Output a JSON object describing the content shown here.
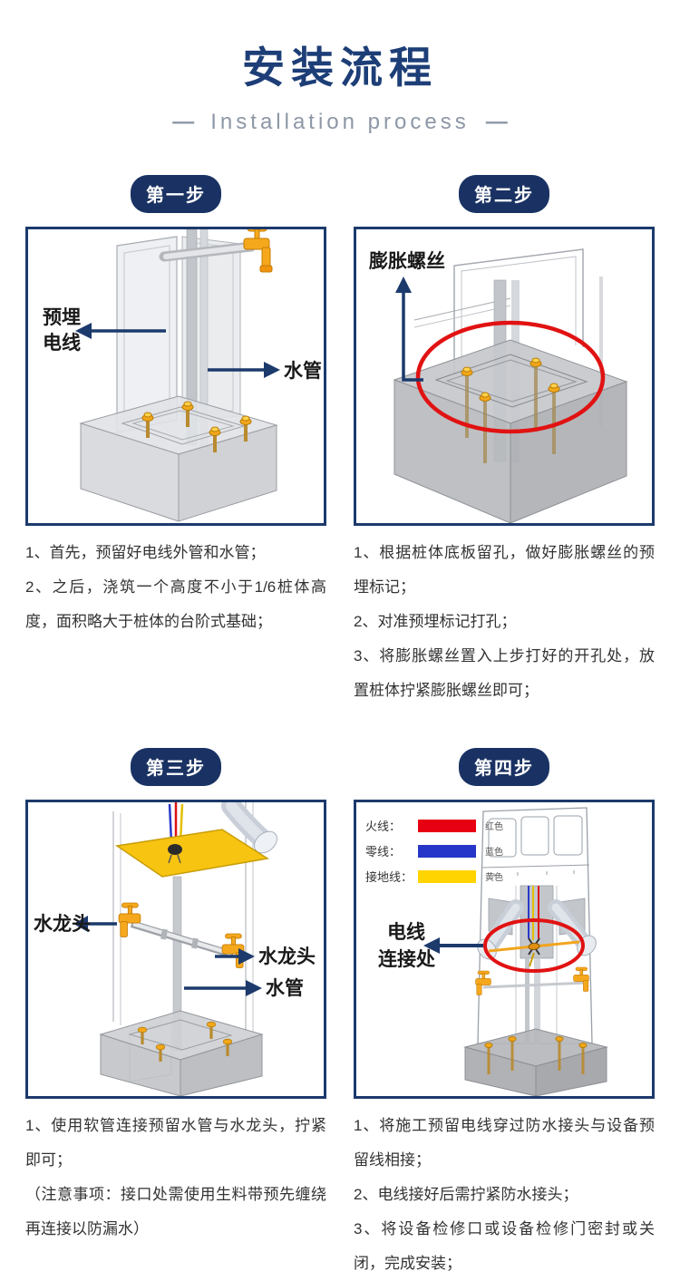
{
  "header": {
    "title": "安装流程",
    "subtitle": "Installation process",
    "dash": "—"
  },
  "colors": {
    "accent_navy": "#1c3a6c",
    "badge_navy": "#1a3263",
    "title_navy": "#1d3e77",
    "highlight_red": "#e11212",
    "faucet_orange": "#f6a81c",
    "plate_yellow": "#f7c411",
    "note_text": "#333333"
  },
  "steps": [
    {
      "badge": "第一步",
      "diagram_labels": {
        "wire_line1": "预埋",
        "wire_line2": "电线",
        "water_pipe": "水管"
      },
      "notes": [
        "1、首先，预留好电线外管和水管；",
        "2、之后，浇筑一个高度不小于1/6桩体高度，面积略大于桩体的台阶式基础；"
      ]
    },
    {
      "badge": "第二步",
      "diagram_labels": {
        "expansion_bolt": "膨胀螺丝"
      },
      "notes": [
        "1、根据桩体底板留孔，做好膨胀螺丝的预埋标记；",
        "2、对准预埋标记打孔；",
        "3、将膨胀螺丝置入上步打好的开孔处，放置桩体拧紧膨胀螺丝即可；"
      ]
    },
    {
      "badge": "第三步",
      "diagram_labels": {
        "faucet_left": "水龙头",
        "faucet_right": "水龙头",
        "water_pipe": "水管"
      },
      "notes": [
        "1、使用软管连接预留水管与水龙头，拧紧即可；",
        "（注意事项：接口处需使用生料带预先缠绕再连接以防漏水）"
      ]
    },
    {
      "badge": "第四步",
      "legend": [
        {
          "label": "火线：",
          "color": "#e60012",
          "color_name": "红色"
        },
        {
          "label": "零线：",
          "color": "#2636c8",
          "color_name": "蓝色"
        },
        {
          "label": "接地线：",
          "color": "#ffd400",
          "color_name": "黄色"
        }
      ],
      "diagram_labels": {
        "wire_joint_line1": "电线",
        "wire_joint_line2": "连接处"
      },
      "notes": [
        "1、将施工预留电线穿过防水接头与设备预留线相接；",
        "2、电线接好后需拧紧防水接头；",
        "3、将设备检修口或设备检修门密封或关闭，完成安装；"
      ]
    }
  ]
}
